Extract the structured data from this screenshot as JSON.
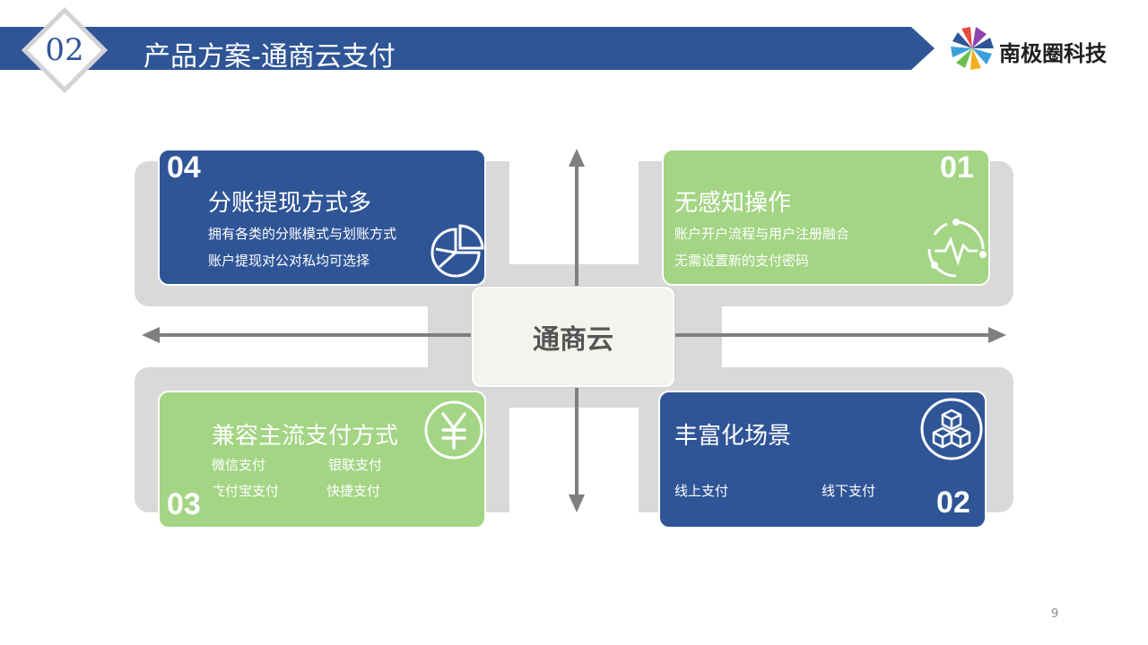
{
  "header": {
    "section_number": "02",
    "title": "产品方案-通商云支付",
    "company": "南极圈科技",
    "colors": {
      "band": "#2f5597",
      "diamond": "#d3d3d7"
    }
  },
  "center": {
    "label": "通商云"
  },
  "cards": {
    "top_left": {
      "number": "04",
      "title": "分账提现方式多",
      "lines": [
        "拥有各类的分账模式与划账方式",
        "账户提现对公对私均可选择"
      ],
      "icon": "pie-chart-icon",
      "color": "#2f5597"
    },
    "top_right": {
      "number": "01",
      "title": "无感知操作",
      "lines": [
        "账户开户流程与用户注册融合",
        "无需设置新的支付密码"
      ],
      "icon": "heartbeat-icon",
      "color": "#a3d584"
    },
    "bottom_left": {
      "number": "03",
      "title": "兼容主流支付方式",
      "items": [
        "微信支付",
        "银联支付",
        "支付宝支付",
        "快捷支付"
      ],
      "icon": "yen-icon",
      "color": "#a3d584"
    },
    "bottom_right": {
      "number": "02",
      "title": "丰富化场景",
      "items": [
        "线上支付",
        "线下支付"
      ],
      "icon": "cubes-icon",
      "color": "#2f5597"
    }
  },
  "page_number": "9"
}
